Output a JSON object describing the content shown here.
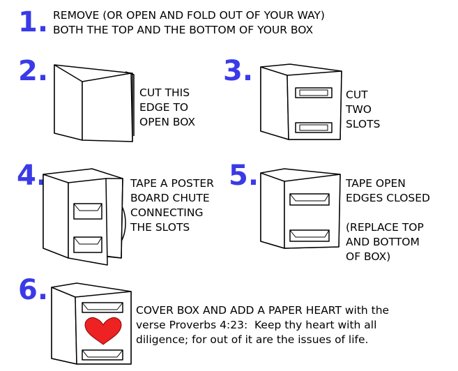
{
  "steps": [
    {
      "number": "1.",
      "text": "REMOVE (OR OPEN AND FOLD OUT OF YOUR WAY)\nBOTH THE TOP AND THE BOTTOM OF YOUR BOX"
    },
    {
      "number": "2.",
      "text": "CUT THIS\nEDGE TO\nOPEN BOX"
    },
    {
      "number": "3.",
      "text": "CUT\nTWO\nSLOTS"
    },
    {
      "number": "4.",
      "text": "TAPE A POSTER\nBOARD CHUTE\nCONNECTING\nTHE SLOTS"
    },
    {
      "number": "5.",
      "text": "TAPE OPEN\nEDGES CLOSED\n\n(REPLACE TOP\nAND BOTTOM\nOF BOX)"
    },
    {
      "number": "6.",
      "text": "COVER BOX AND ADD A PAPER HEART with the\nverse Proverbs 4:23:  Keep thy heart with all\ndiligence; for out of it are the issues of life."
    }
  ],
  "colors": {
    "number": "#3a3ae8",
    "heart": "#ee2222",
    "outline": "#000000"
  }
}
